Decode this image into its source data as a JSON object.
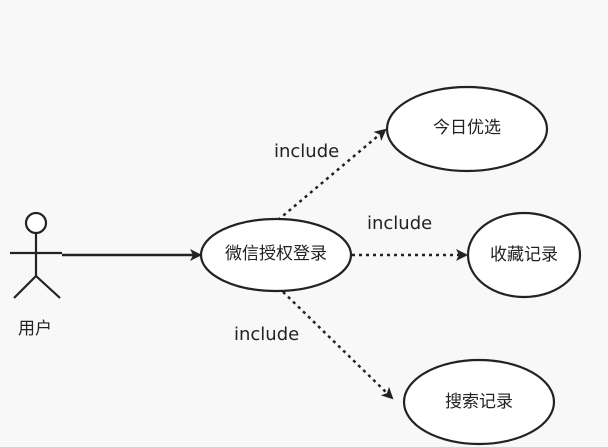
{
  "actor": {
    "name": "用户"
  },
  "use_cases": {
    "login": "微信授权登录",
    "today": "今日优选",
    "favorites": "收藏记录",
    "search": "搜索记录"
  },
  "relations": {
    "include_today": "include",
    "include_favorites": "include",
    "include_search": "include"
  },
  "colors": {
    "background": "#f8f8f8",
    "stroke": "#222222",
    "fill": "#ffffff"
  }
}
